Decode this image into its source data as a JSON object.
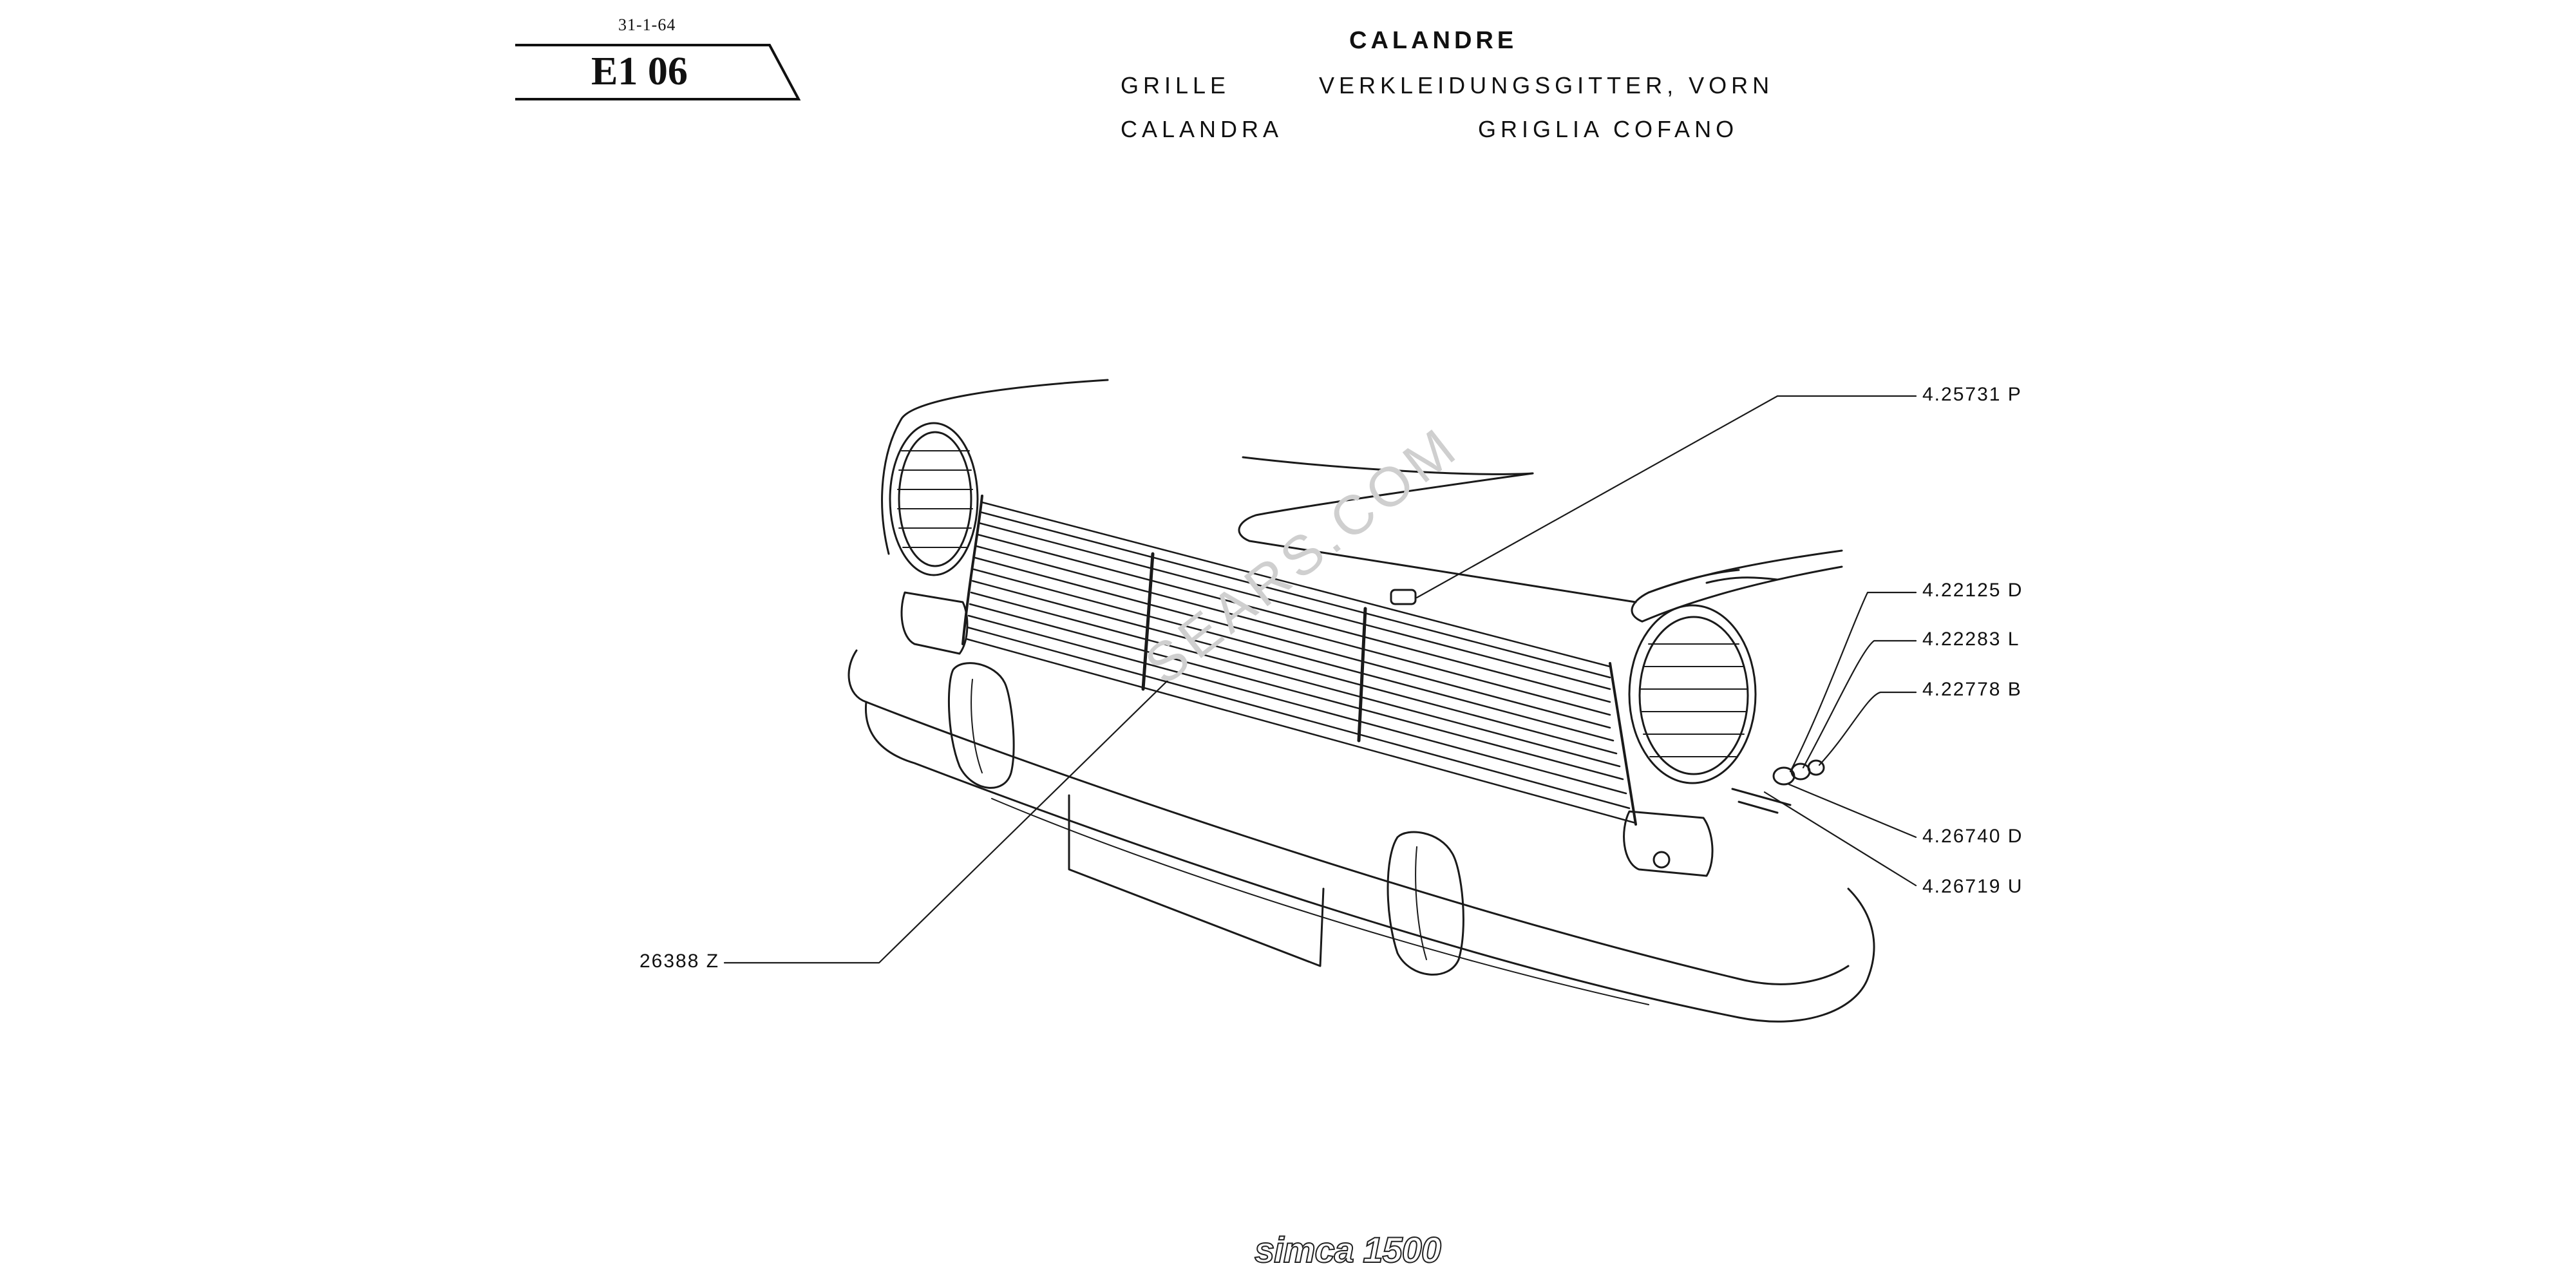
{
  "header": {
    "date": "31-1-64",
    "code": "E1 06",
    "title_fr": "CALANDRE",
    "title_fr2": "GRILLE",
    "title_de": "VERKLEIDUNGSGITTER, VORN",
    "title_es": "CALANDRA",
    "title_it": "GRIGLIA COFANO"
  },
  "parts": [
    {
      "number": "4.25731 P"
    },
    {
      "number": "4.22125 D"
    },
    {
      "number": "4.22283 L"
    },
    {
      "number": "4.22778 B"
    },
    {
      "number": "4.26740 D"
    },
    {
      "number": "4.26719 U"
    },
    {
      "number": "26388 Z"
    }
  ],
  "watermark": "SEARS.COM",
  "footer": {
    "brand": "simca 1500"
  }
}
